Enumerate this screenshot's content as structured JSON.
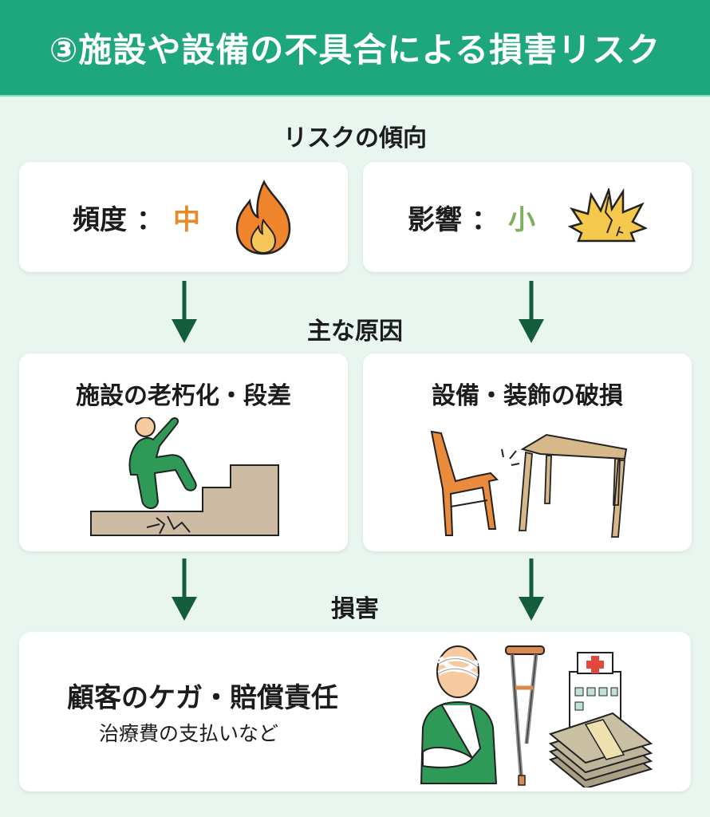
{
  "header": {
    "title": "③施設や設備の不具合による損害リスク"
  },
  "sections": {
    "trend_label": "リスクの傾向",
    "cause_label": "主な原因",
    "damage_label": "損害"
  },
  "trend": {
    "frequency": {
      "label": "頻度",
      "colon": "：",
      "value": "中",
      "icon": "fire-icon"
    },
    "impact": {
      "label": "影響",
      "colon": "：",
      "value": "小",
      "icon": "crack-burst-icon"
    }
  },
  "causes": [
    {
      "title": "施設の老朽化・段差",
      "icon": "person-tripping-on-steps-icon"
    },
    {
      "title": "設備・装飾の破損",
      "icon": "broken-chair-and-table-icon"
    }
  ],
  "damage": {
    "title": "顧客のケガ・賠償責任",
    "subtitle": "治療費の支払いなど",
    "icons": [
      "injured-person-icon",
      "crutch-icon",
      "hospital-icon",
      "money-stack-icon"
    ]
  },
  "colors": {
    "header_bg": "#1ea67c",
    "page_bg": "#e9f6ef",
    "arrow": "#145c3e",
    "medium": "#e88a2c",
    "small": "#7fae5c"
  }
}
